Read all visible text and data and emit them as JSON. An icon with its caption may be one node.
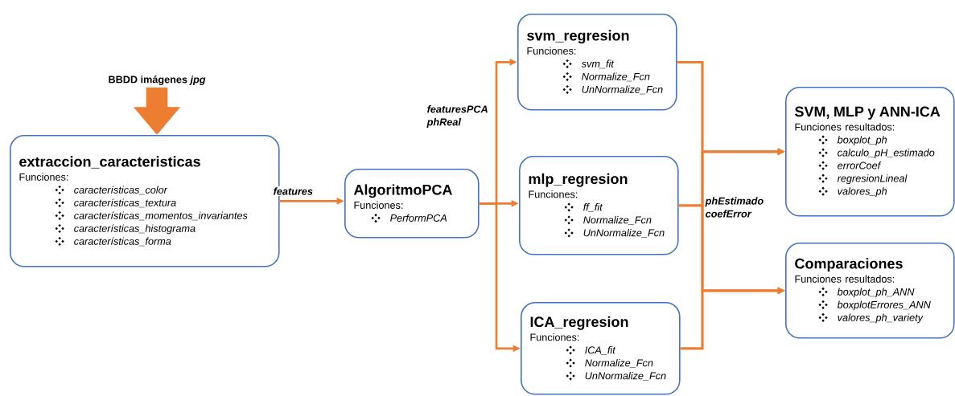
{
  "diagram": {
    "nodes": [
      {
        "text": [
          "BBDD imágenes *jpg*"
        ]
      },
      {
        "text": [
          "extraccion_caracteristicas",
          "Funciones:",
          "características_color",
          "características_textura",
          "características_momentos_invariantes",
          "características_histograma",
          "características_forma"
        ]
      },
      {
        "text": [
          "AlgoritmoPCA",
          "Funciones:",
          "PerformPCA"
        ]
      },
      {
        "text": [
          "svm_regresion",
          "Funciones:",
          "svm_fit",
          "Normalize_Fcn",
          "UnNormalize_Fcn"
        ]
      },
      {
        "text": [
          "mlp_regresion",
          "Funciones:",
          "ff_fit",
          "Normalize_Fcn",
          "UnNormalize_Fcn"
        ]
      },
      {
        "text": [
          "ICA_regresion",
          "Funciones:",
          "ICA_fit",
          "Normalize_Fcn",
          "UnNormalize_Fcn"
        ]
      },
      {
        "text": [
          "SVM, MLP y ANN-ICA",
          "Funciones resultados:",
          "boxplot_ph",
          "calculo_pH_estimado",
          "errorCoef",
          "regresionLineal",
          "valores_ph"
        ]
      },
      {
        "text": [
          "Comparaciones",
          "Funciones resultados:",
          "boxplot_ph_ANN",
          "boxplotErrores_ANN",
          "valores_ph_variety"
        ]
      }
    ],
    "edges": [
      {
        "from": 0,
        "to": 1,
        "arrow": "to",
        "style": "thick"
      },
      {
        "from": 1,
        "to": 2,
        "arrow": "to",
        "label": "features"
      },
      {
        "from": 2,
        "to": 3,
        "arrow": "to",
        "label": "featuresPCA phReal"
      },
      {
        "from": 2,
        "to": 4,
        "arrow": "to"
      },
      {
        "from": 2,
        "to": 5,
        "arrow": "to"
      },
      {
        "from": 3,
        "to": 6,
        "arrow": "to"
      },
      {
        "from": 4,
        "to": 6,
        "arrow": "to",
        "label": "phEstimado coefError"
      },
      {
        "from": 5,
        "to": 6,
        "arrow": "to"
      },
      {
        "from": 3,
        "to": 7,
        "arrow": "to"
      },
      {
        "from": 4,
        "to": 7,
        "arrow": "to"
      },
      {
        "from": 5,
        "to": 7,
        "arrow": "to"
      }
    ]
  }
}
